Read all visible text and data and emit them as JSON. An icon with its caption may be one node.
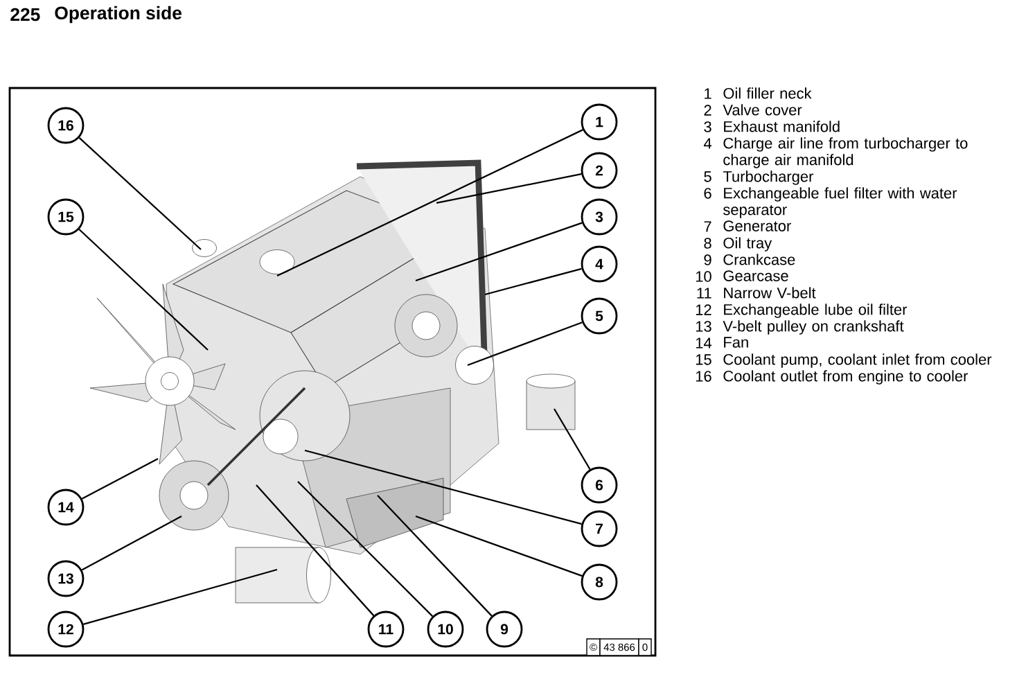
{
  "diagram": {
    "title": "Operation side",
    "nodes": [
      {
        "text": [
          "1"
        ]
      },
      {
        "text": [
          "2"
        ]
      },
      {
        "text": [
          "3"
        ]
      },
      {
        "text": [
          "4"
        ]
      },
      {
        "text": [
          "5"
        ]
      },
      {
        "text": [
          "6"
        ]
      },
      {
        "text": [
          "7"
        ]
      },
      {
        "text": [
          "8"
        ]
      },
      {
        "text": [
          "9"
        ]
      },
      {
        "text": [
          "10"
        ]
      },
      {
        "text": [
          "11"
        ]
      },
      {
        "text": [
          "12"
        ]
      },
      {
        "text": [
          "13"
        ]
      },
      {
        "text": [
          "14"
        ]
      },
      {
        "text": [
          "15"
        ]
      },
      {
        "text": [
          "16"
        ]
      }
    ],
    "edges": [
      {
        "from": 0,
        "to": null,
        "arrow": "none"
      },
      {
        "from": 1,
        "to": null,
        "arrow": "none"
      },
      {
        "from": 2,
        "to": null,
        "arrow": "none"
      },
      {
        "from": 3,
        "to": null,
        "arrow": "none"
      },
      {
        "from": 4,
        "to": null,
        "arrow": "none"
      },
      {
        "from": 5,
        "to": null,
        "arrow": "none"
      },
      {
        "from": 6,
        "to": null,
        "arrow": "none"
      },
      {
        "from": 7,
        "to": null,
        "arrow": "none"
      },
      {
        "from": 8,
        "to": null,
        "arrow": "none"
      },
      {
        "from": 9,
        "to": null,
        "arrow": "none"
      },
      {
        "from": 10,
        "to": null,
        "arrow": "none"
      },
      {
        "from": 11,
        "to": null,
        "arrow": "none"
      },
      {
        "from": 12,
        "to": null,
        "arrow": "none"
      },
      {
        "from": 13,
        "to": null,
        "arrow": "none"
      },
      {
        "from": 14,
        "to": null,
        "arrow": "none"
      },
      {
        "from": 15,
        "to": null,
        "arrow": "none"
      }
    ],
    "labels": [
      "225",
      "1",
      "Oil filler neck",
      "2",
      "Valve cover",
      "3",
      "Exhaust manifold",
      "4",
      "Charge air line from turbocharger to charge air manifold",
      "5",
      "Turbocharger",
      "6",
      "Exchangeable fuel filter with water separator",
      "7",
      "Generator",
      "8",
      "Oil tray",
      "9",
      "Crankcase",
      "10",
      "Gearcase",
      "11",
      "Narrow V-belt",
      "12",
      "Exchangeable lube oil filter",
      "13",
      "V-belt pulley on crankshaft",
      "14",
      "Fan",
      "15",
      "Coolant pump, coolant inlet from cooler",
      "16",
      "Coolant outlet from engine to cooler",
      "©",
      "43 866",
      "0"
    ]
  }
}
